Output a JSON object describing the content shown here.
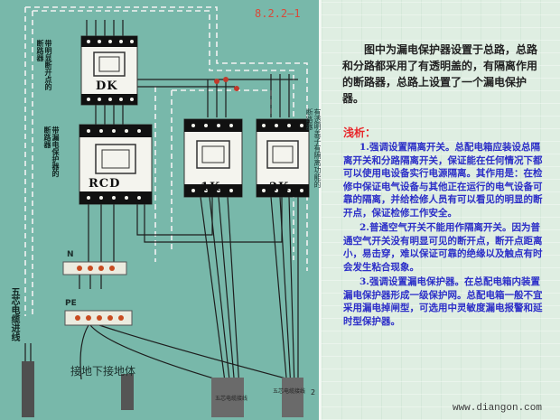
{
  "figure_number": "8.2.2—1",
  "labels": {
    "main_breaker_note": "带明显断开点的断路器",
    "rcd_note": "带漏电保护器的断路器",
    "branch_note": "有透明盖子有隔离功能的断路器",
    "incoming_cable": "五芯电缆进线",
    "cable_left": "五芯电缆接线",
    "cable_right": "五芯电缆接线",
    "ground": "接地下接地体",
    "n_bar": "N",
    "pe_bar": "PE",
    "right_pole": "2"
  },
  "devices": {
    "dk": "DK",
    "rcd": "RCD",
    "k1": "1K",
    "k2": "2K"
  },
  "text_panel": {
    "intro": "图中为漏电保护器设置于总路，总路和分路都采用了有透明盖的，有隔离作用的断路器，总路上设置了一个漏电保护器。",
    "heading": "浅析：",
    "point1": "1.强调设置隔离开关。总配电箱应装设总隔离开关和分路隔离开关，保证能在任何情况下都可以使用电设备实行电源隔离。其作用是：在检修中保证电气设备与其他正在运行的电气设备可靠的隔离，并给检修人员有可以看见的明显的断开点，保证检修工作安全。",
    "point2": "2.普通空气开关不能用作隔离开关。因为普通空气开关没有明显可见的断开点，断开点距离小，易击穿，难以保证可靠的绝缘以及触点有时会发生粘合现象。",
    "point3": "3.强调设置漏电保护器。在总配电箱内装置漏电保护器形成一级保护网。总配电箱一般不宜采用漏电掉闸型，可选用中灵敏度漏电报警和延时型保护器。",
    "credit": "www.diangon.com"
  },
  "colors": {
    "board": "#78b8aa",
    "device_body": "#f4f4ee",
    "contact_strip": "#111111",
    "wire": "#1d1d1d",
    "dashed_pe": "#f2f2f2",
    "terminal": "#c84b20",
    "intro_text": "#222222",
    "heading": "#e8262a",
    "body_text": "#2c2ec8"
  }
}
